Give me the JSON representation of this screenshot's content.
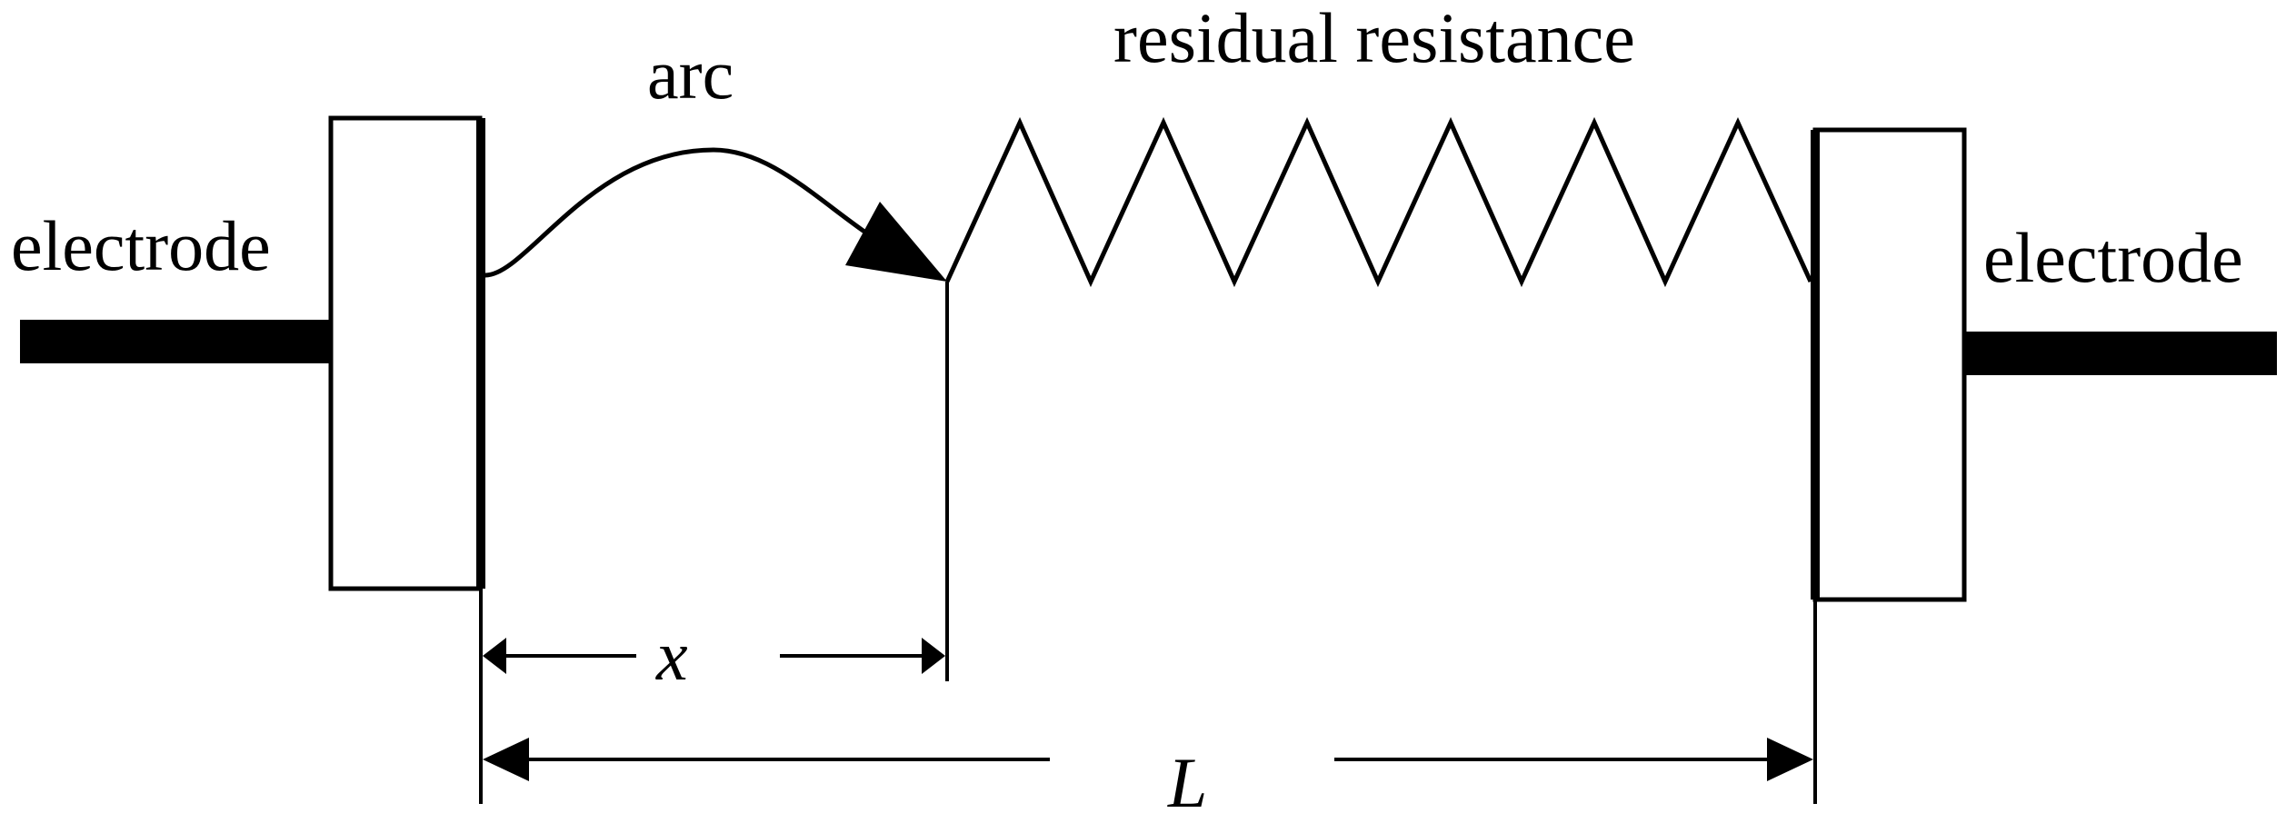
{
  "labels": {
    "electrode_left": "electrode",
    "electrode_right": "electrode",
    "arc": "arc",
    "residual_resistance": "residual resistance",
    "x": "x",
    "L": "L"
  },
  "colors": {
    "stroke": "#000000",
    "background": "#ffffff"
  }
}
